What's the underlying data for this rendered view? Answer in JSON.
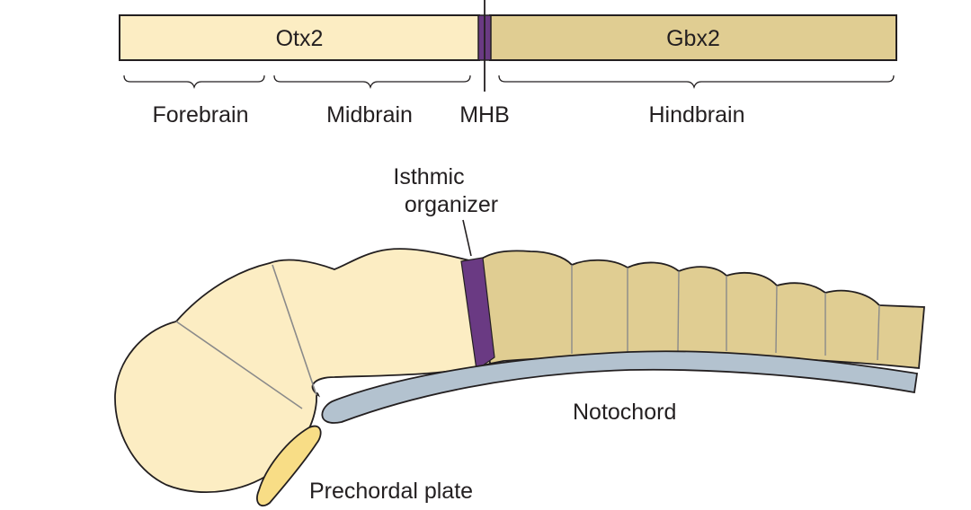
{
  "bar": {
    "otx2_label": "Otx2",
    "gbx2_label": "Gbx2"
  },
  "regions": {
    "forebrain": "Forebrain",
    "midbrain": "Midbrain",
    "mhb": "MHB",
    "hindbrain": "Hindbrain"
  },
  "embryo": {
    "isthmic_organizer_line1": "Isthmic",
    "isthmic_organizer_line2": "organizer",
    "notochord": "Notochord",
    "prechordal_plate": "Prechordal plate"
  },
  "colors": {
    "otx2_fill": "#fcedc3",
    "gbx2_fill": "#e0cd92",
    "isthmus_fill": "#6a3a83",
    "notochord_fill": "#b3c2cf",
    "prechordal_fill": "#f8dd86",
    "outline": "#231f20",
    "segment_line": "#8a8a8a"
  }
}
